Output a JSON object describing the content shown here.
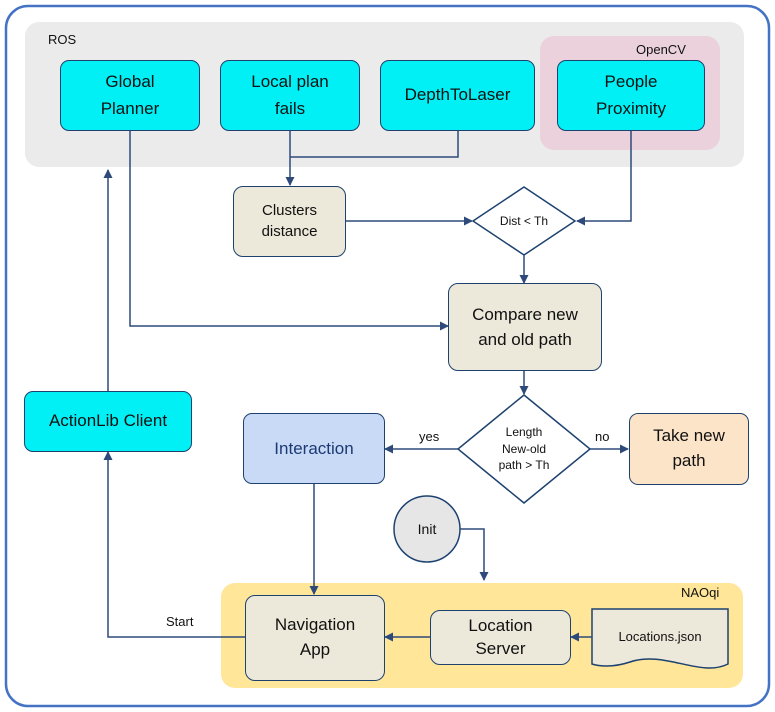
{
  "regions": {
    "ros": "ROS",
    "opencv": "OpenCV",
    "naoqi": "NAOqi"
  },
  "nodes": {
    "global_planner": "Global\nPlanner",
    "local_plan_fails": "Local plan\nfails",
    "depth_to_laser": "DepthToLaser",
    "people_proximity": "People\nProximity",
    "clusters_distance": "Clusters\ndistance",
    "dist_check": "Dist < Th",
    "compare_paths": "Compare new\nand old path",
    "length_check": "Length\nNew-old\npath > Th",
    "interaction": "Interaction",
    "take_new_path": "Take new\npath",
    "actionlib_client": "ActionLib Client",
    "init": "Init",
    "navigation_app": "Navigation\nApp",
    "location_server": "Location\nServer",
    "locations_json": "Locations.json"
  },
  "edges": {
    "yes": "yes",
    "no": "no",
    "start": "Start"
  },
  "colors": {
    "outline": "#4472c4",
    "arrow": "#2d4a7a",
    "ros_bg": "#ebebeb",
    "opencv_bg": "#ead1dc",
    "naoqi_bg": "#ffe699",
    "cyan_node": "#00f0f5",
    "beige_node": "#ece8da",
    "blue_node": "#c9daf7",
    "peach_node": "#fce4c8",
    "init_node": "#e6e6e6"
  }
}
